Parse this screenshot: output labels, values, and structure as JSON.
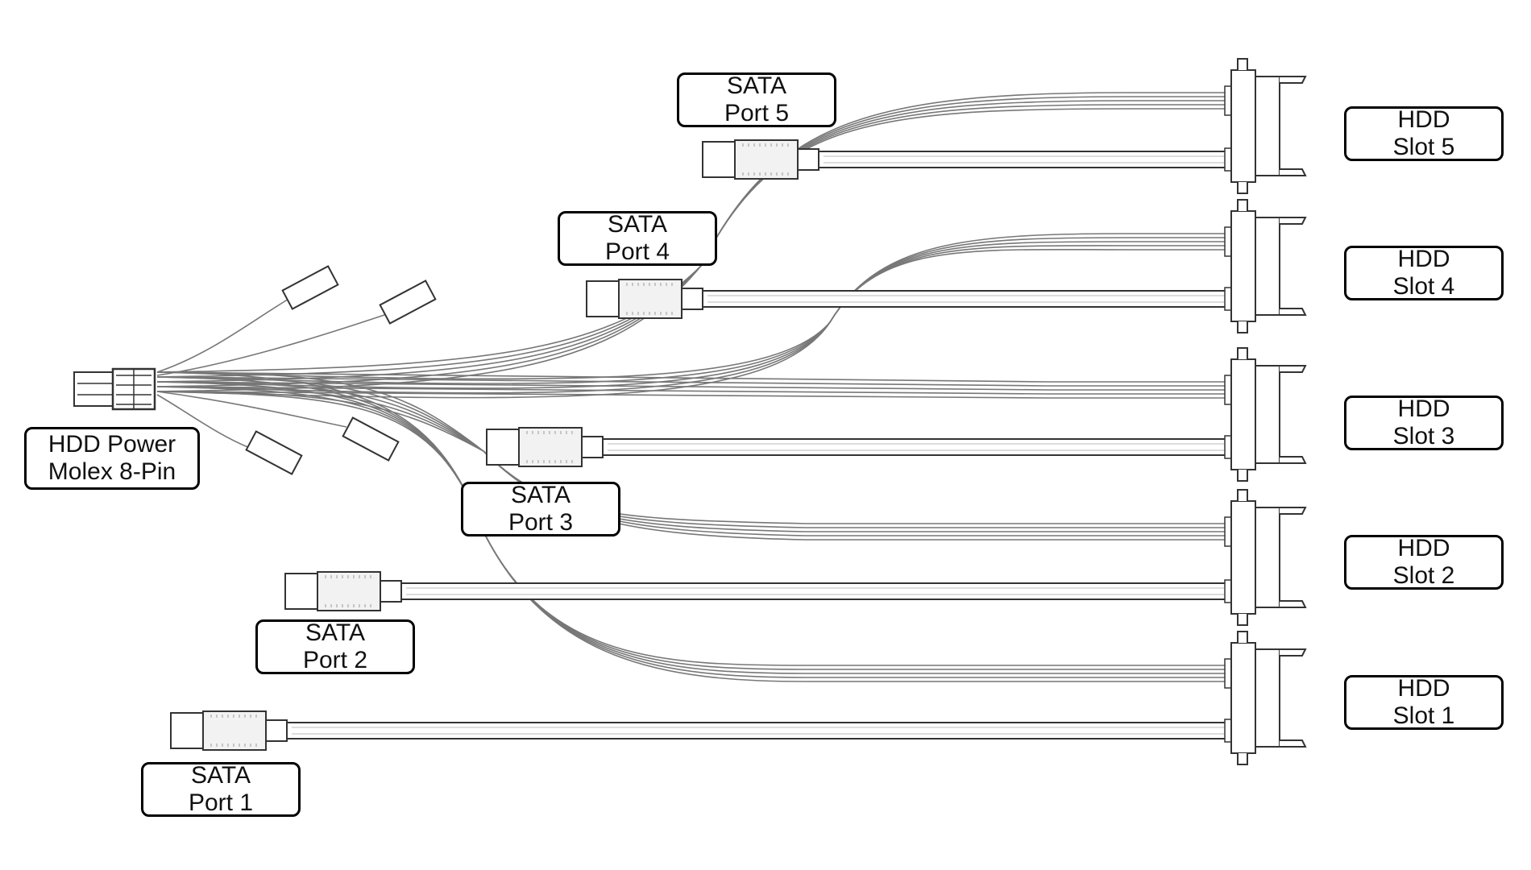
{
  "labels": {
    "power": {
      "line1": "HDD Power",
      "line2": "Molex 8-Pin"
    },
    "sata_port_5": {
      "line1": "SATA",
      "line2": "Port 5"
    },
    "sata_port_4": {
      "line1": "SATA",
      "line2": "Port 4"
    },
    "sata_port_3": {
      "line1": "SATA",
      "line2": "Port 3"
    },
    "sata_port_2": {
      "line1": "SATA",
      "line2": "Port 2"
    },
    "sata_port_1": {
      "line1": "SATA",
      "line2": "Port 1"
    },
    "hdd_slot_5": {
      "line1": "HDD",
      "line2": "Slot 5"
    },
    "hdd_slot_4": {
      "line1": "HDD",
      "line2": "Slot 4"
    },
    "hdd_slot_3": {
      "line1": "HDD",
      "line2": "Slot 3"
    },
    "hdd_slot_2": {
      "line1": "HDD",
      "line2": "Slot 2"
    },
    "hdd_slot_1": {
      "line1": "HDD",
      "line2": "Slot 1"
    }
  },
  "colors": {
    "line": "#333333",
    "wire": "#777777",
    "box": "#000000"
  }
}
